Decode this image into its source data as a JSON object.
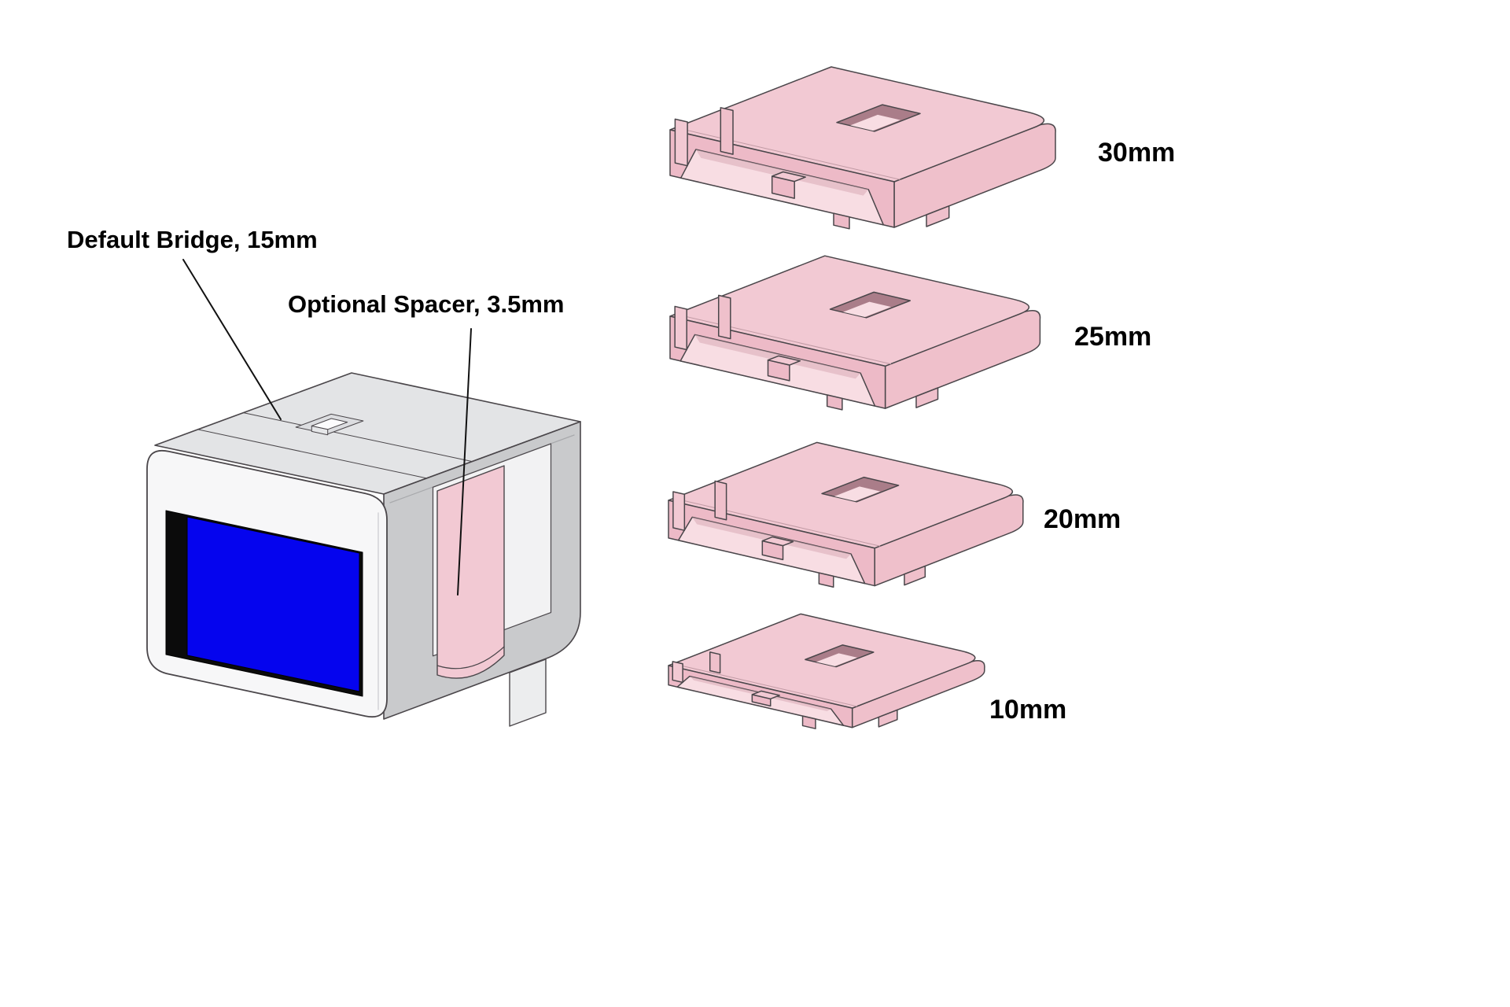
{
  "annotations": {
    "bridge_label": "Default Bridge, 15mm",
    "spacer_label": "Optional Spacer, 3.5mm"
  },
  "size_labels": [
    "30mm",
    "25mm",
    "20mm",
    "10mm"
  ],
  "colors": {
    "background": "#ffffff",
    "label_color": "#000000",
    "outline": "#4a464a",
    "pink_top": "#f2c9d3",
    "pink_front": "#edbac7",
    "pink_side": "#efc0cb",
    "pink_interior": "#f8dde3",
    "pink_shadow": "#d9aab6",
    "pink_hole": "#aa7d89",
    "gray_top": "#e3e4e6",
    "gray_front": "#f7f7f8",
    "gray_side": "#c9cacc",
    "gray_leg": "#ecedee",
    "interior_white": "#f2f2f3",
    "screen_blue": "#0504ee",
    "screen_black": "#0b0b0b"
  }
}
